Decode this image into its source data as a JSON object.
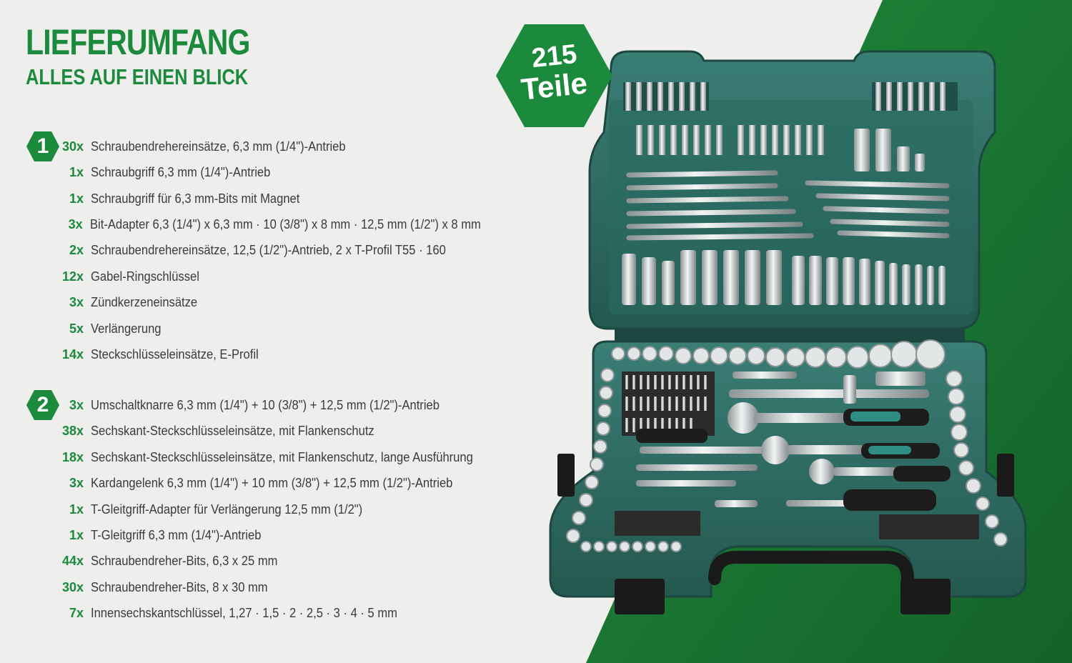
{
  "colors": {
    "accent": "#1b8a3c",
    "background": "#eeeeec",
    "dark_green": "#1a6a30",
    "case": "#2f6e66"
  },
  "header": {
    "title": "LIEFERUMFANG",
    "subtitle": "ALLES AUF EINEN BLICK"
  },
  "badge": {
    "count": "215",
    "label": "Teile"
  },
  "groups": [
    {
      "number": "1",
      "items": [
        {
          "qty": "30x",
          "desc": "Schraubendrehereinsätze, 6,3 mm (1/4\")-Antrieb"
        },
        {
          "qty": "1x",
          "desc": "Schraubgriff 6,3 mm (1/4\")-Antrieb"
        },
        {
          "qty": "1x",
          "desc": "Schraubgriff für 6,3 mm-Bits mit Magnet"
        },
        {
          "qty": "3x",
          "desc": "Bit-Adapter 6,3 (1/4\") x 6,3 mm · 10 (3/8\") x 8 mm · 12,5 mm (1/2\") x 8 mm"
        },
        {
          "qty": "2x",
          "desc": "Schraubendrehereinsätze, 12,5 (1/2\")-Antrieb, 2 x T-Profil T55 · 160"
        },
        {
          "qty": "12x",
          "desc": "Gabel-Ringschlüssel"
        },
        {
          "qty": "3x",
          "desc": "Zündkerzeneinsätze"
        },
        {
          "qty": "5x",
          "desc": "Verlängerung"
        },
        {
          "qty": "14x",
          "desc": "Steckschlüsseleinsätze, E-Profil"
        }
      ]
    },
    {
      "number": "2",
      "items": [
        {
          "qty": "3x",
          "desc": "Umschaltknarre 6,3 mm (1/4\") + 10 (3/8\") + 12,5 mm (1/2\")-Antrieb"
        },
        {
          "qty": "38x",
          "desc": "Sechskant-Steckschlüsseleinsätze, mit Flankenschutz"
        },
        {
          "qty": "18x",
          "desc": "Sechskant-Steckschlüsseleinsätze, mit Flankenschutz, lange Ausführung"
        },
        {
          "qty": "3x",
          "desc": "Kardangelenk 6,3 mm (1/4\") + 10 mm (3/8\") + 12,5 mm (1/2\")-Antrieb"
        },
        {
          "qty": "1x",
          "desc": "T-Gleitgriff-Adapter für Verlängerung 12,5 mm (1/2\")"
        },
        {
          "qty": "1x",
          "desc": "T-Gleitgriff 6,3 mm (1/4\")-Antrieb"
        },
        {
          "qty": "44x",
          "desc": "Schraubendreher-Bits, 6,3 x 25 mm"
        },
        {
          "qty": "30x",
          "desc": "Schraubendreher-Bits, 8 x 30 mm"
        },
        {
          "qty": "7x",
          "desc": "Innensechskantschlüssel, 1,27 · 1,5 · 2 · 2,5 · 3 · 4 · 5 mm"
        }
      ]
    }
  ]
}
